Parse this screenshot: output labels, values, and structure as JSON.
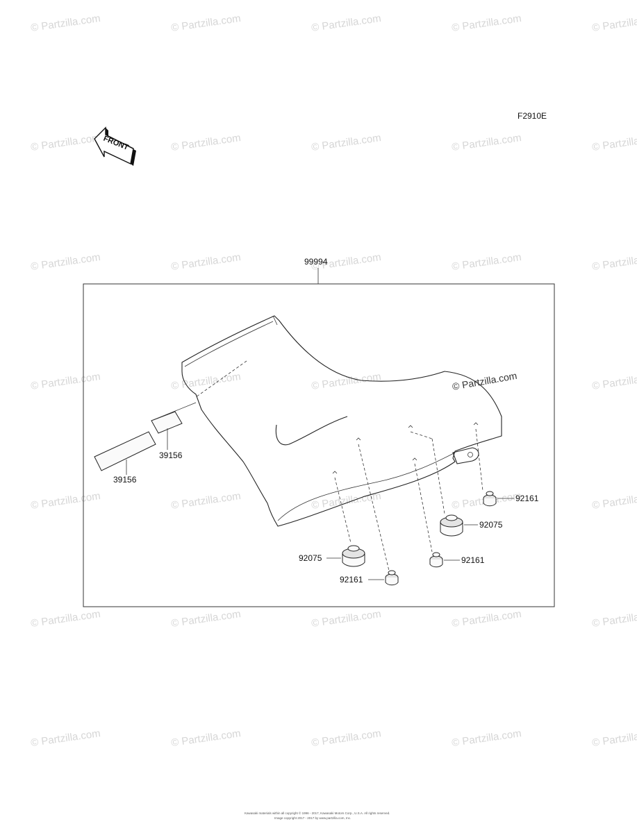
{
  "watermark": "© Partzilla.com",
  "figure_code": "F2910E",
  "front_label": "FRONT",
  "assembly_label": "99994",
  "labels": {
    "strap_upper": "39156",
    "strap_lower": "39156",
    "bolt_right_top": "92161",
    "bush_right": "92075",
    "bolt_center": "92161",
    "bush_left": "92075",
    "bolt_left": "92161"
  },
  "footer": {
    "line1": "Kawasaki materials within all copyright © 1996 - 2017, Kawasaki Motors Corp., U.S.A. All rights reserved.",
    "line2": "Image copyright 2017 - 2017 by www.partzilla.com, Inc."
  }
}
